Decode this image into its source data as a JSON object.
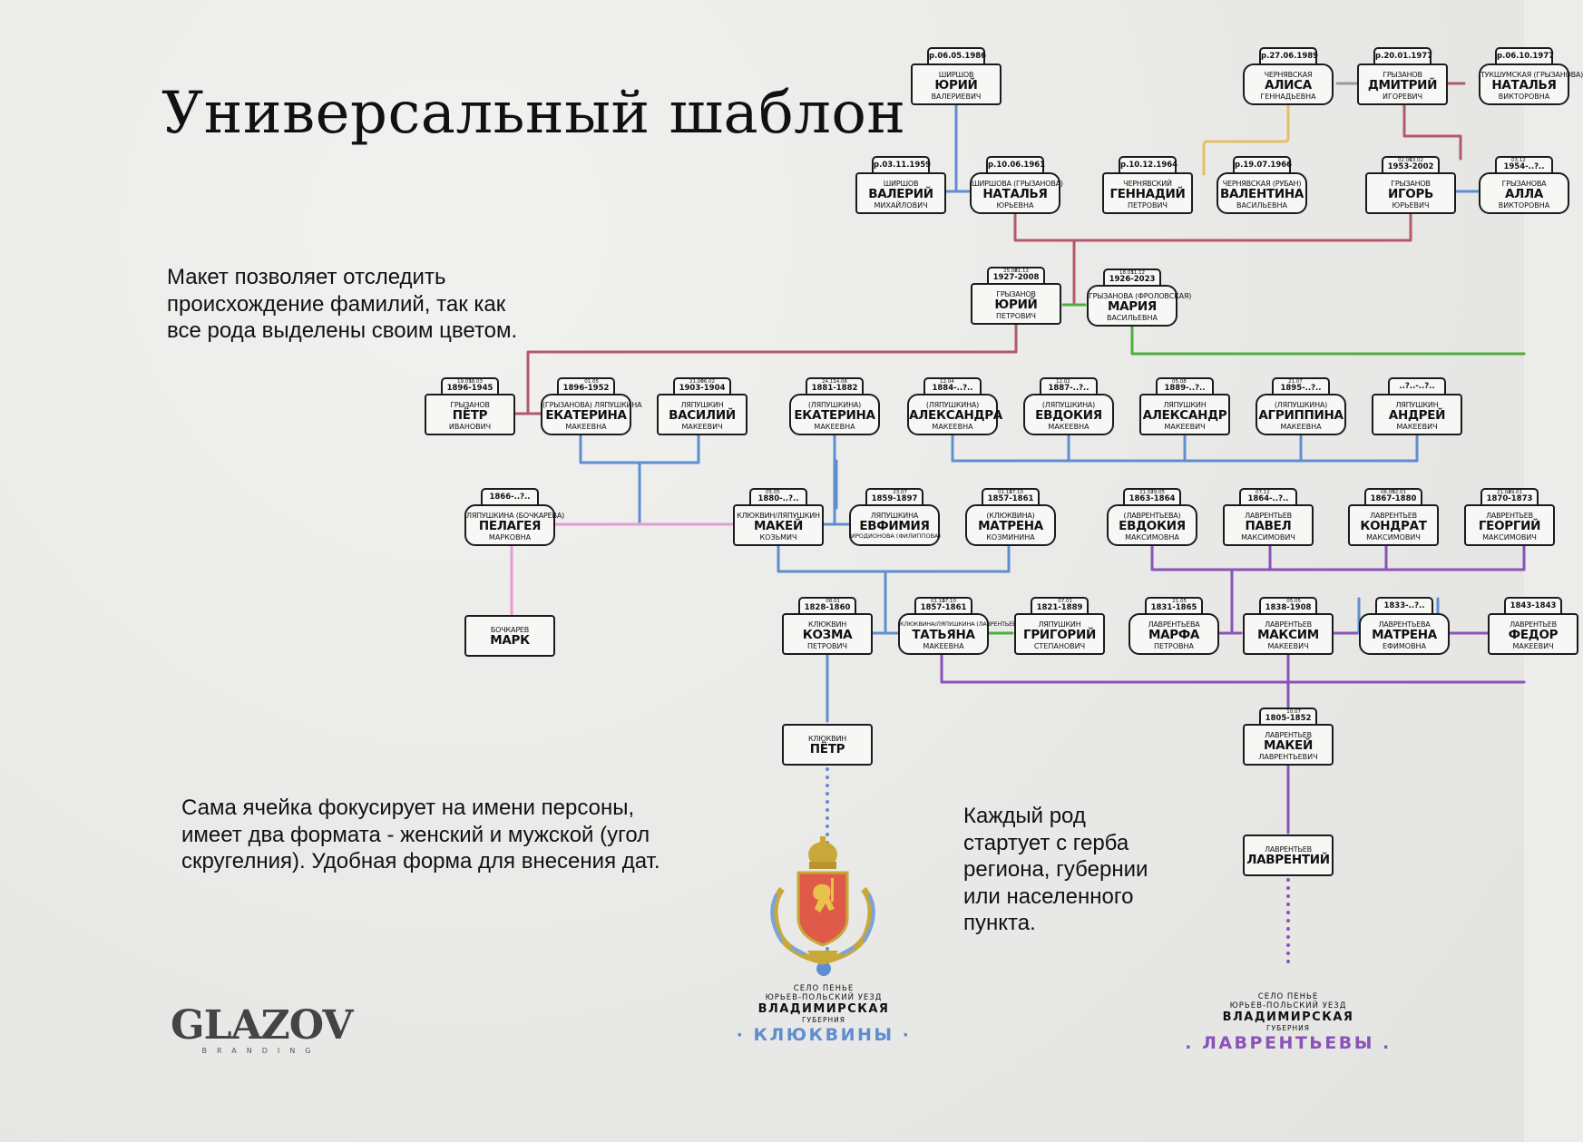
{
  "title": "Универсальный шаблон",
  "paragraphs": {
    "p1": "Макет позволяет отследить происхождение фамилий, так как все рода выделены своим цветом.",
    "p2": "Сама ячейка фокусирует на имени персоны, имеет два формата - женский и мужской (угол скругелния).  Удобная форма для внесения дат.",
    "p3": "Каждый род стартует с герба региона, губернии или населенного пункта."
  },
  "logo": {
    "main": "GLAZOV",
    "sub": "BRANDING"
  },
  "colors": {
    "klyukvin": "#5f8ed0",
    "lavrentiev": "#8a53b8",
    "gryzanov": "#b25a6a",
    "chernyavsky": "#e2c06a",
    "green": "#4caf3a",
    "pink": "#e69ad8",
    "gray": "#999999"
  },
  "regions": [
    {
      "l1": "СЕЛО ПЕНЬЕ",
      "l2": "ЮРЬЕВ-ПОЛЬСКИЙ УЕЗД",
      "l3": "ВЛАДИМИРСКАЯ",
      "l4": "ГУБЕРНИЯ",
      "l5": "· КЛЮКВИНЫ ·",
      "color": "#5f8ed0"
    },
    {
      "l1": "СЕЛО ПЕНЬЕ",
      "l2": "ЮРЬЕВ-ПОЛЬСКИЙ УЕЗД",
      "l3": "ВЛАДИМИРСКАЯ",
      "l4": "ГУБЕРНИЯ",
      "l5": ". ЛАВРЕНТЬЕВЫ .",
      "color": "#8a53b8"
    }
  ],
  "people": [
    {
      "id": "yuriy-v",
      "sur": "ШИРШОВ",
      "name": "ЮРИЙ",
      "pat": "ВАЛЕРИЕВИЧ",
      "years": "р.06.05.1986",
      "f": false
    },
    {
      "id": "alisa",
      "sur": "ЧЕРНЯВСКАЯ",
      "name": "АЛИСА",
      "pat": "ГЕННАДЬЕВНА",
      "years": "р.27.06.1989",
      "f": true
    },
    {
      "id": "dmitriy",
      "sur": "ГРЫЗАНОВ",
      "name": "ДМИТРИЙ",
      "pat": "ИГОРЕВИЧ",
      "years": "р.20.01.1977",
      "f": false
    },
    {
      "id": "natalya-v",
      "sur": "ТУКШУМСКАЯ (ГРЫЗАНОВА)",
      "name": "НАТАЛЬЯ",
      "pat": "ВИКТОРОВНА",
      "years": "р.06.10.1977",
      "f": true
    },
    {
      "id": "valeriy",
      "sur": "ШИРШОВ",
      "name": "ВАЛЕРИЙ",
      "pat": "МИХАЙЛОВИЧ",
      "years": "р.03.11.1959",
      "f": false
    },
    {
      "id": "natalya-yu",
      "sur": "ШИРШОВА (ГРЫЗАНОВА)",
      "name": "НАТАЛЬЯ",
      "pat": "ЮРЬЕВНА",
      "years": "р.10.06.1961",
      "f": true
    },
    {
      "id": "gennadiy",
      "sur": "ЧЕРНЯВСКИЙ",
      "name": "ГЕННАДИЙ",
      "pat": "ПЕТРОВИЧ",
      "years": "р.10.12.1964",
      "f": false
    },
    {
      "id": "valentina",
      "sur": "ЧЕРНЯВСКАЯ (РУБАН)",
      "name": "ВАЛЕНТИНА",
      "pat": "ВАСИЛЬЕВНА",
      "years": "р.19.07.1966",
      "f": true
    },
    {
      "id": "igor",
      "sur": "ГРЫЗАНОВ",
      "name": "ИГОРЬ",
      "pat": "ЮРЬЕВИЧ",
      "d1": "02.06",
      "d2": "13.02",
      "years": "1953-2002",
      "f": false
    },
    {
      "id": "al",
      "sur": "ГРЫЗАНОВА",
      "name": "АЛЛА",
      "pat": "ВИКТОРОВНА",
      "d1": "03.12",
      "d2": "",
      "years": "1954-..?..",
      "f": true
    },
    {
      "id": "yuriy-p",
      "sur": "ГРЫЗАНОВ",
      "name": "ЮРИЙ",
      "pat": "ПЕТРОВИЧ",
      "d1": "25.06",
      "d2": "21.12",
      "years": "1927-2008",
      "f": false
    },
    {
      "id": "mariya",
      "sur": "ГРЫЗАНОВА (ФРОЛОВСКАЯ)",
      "name": "МАРИЯ",
      "pat": "ВАСИЛЬЕВНА",
      "d1": "18.03",
      "d2": "11.12",
      "years": "1926-2023",
      "f": true
    },
    {
      "id": "petr-i",
      "sur": "ГРЫЗАНОВ",
      "name": "ПЁТР",
      "pat": "ИВАНОВИЧ",
      "d1": "19.03",
      "d2": "18.03",
      "years": "1896-1945",
      "f": false
    },
    {
      "id": "ekaterina-1",
      "sur": "(ГРЫЗАНОВА) ЛЯПУШКИНА",
      "name": "ЕКАТЕРИНА",
      "pat": "МАКЕЕВНА",
      "d1": "",
      "d2": "01.05",
      "years": "1896-1952",
      "f": true
    },
    {
      "id": "vasiliy",
      "sur": "ЛЯПУШКИН",
      "name": "ВАСИЛИЙ",
      "pat": "МАКЕЕВИЧ",
      "d1": "21.03",
      "d2": "06.02",
      "years": "1903-1904",
      "f": false
    },
    {
      "id": "ekaterina-2",
      "sur": "(ЛЯПУШКИНА)",
      "name": "ЕКАТЕРИНА",
      "pat": "МАКЕЕВНА",
      "d1": "24.11",
      "d2": "14.06",
      "years": "1881-1882",
      "f": true
    },
    {
      "id": "aleksandra",
      "sur": "(ЛЯПУШКИНА)",
      "name": "АЛЕКСАНДРА",
      "pat": "МАКЕЕВНА",
      "d1": "12.04",
      "d2": "",
      "years": "1884-..?..",
      "f": true
    },
    {
      "id": "evdokiya-1",
      "sur": "(ЛЯПУШКИНА)",
      "name": "ЕВДОКИЯ",
      "pat": "МАКЕЕВНА",
      "d1": "12.02",
      "d2": "",
      "years": "1887-..?..",
      "f": true
    },
    {
      "id": "aleksandr",
      "sur": "ЛЯПУШКИН",
      "name": "АЛЕКСАНДР",
      "pat": "МАКЕЕВИЧ",
      "d1": "05.08",
      "d2": "",
      "years": "1889-..?..",
      "f": false
    },
    {
      "id": "agrippina",
      "sur": "(ЛЯПУШКИНА)",
      "name": "АГРИППИНА",
      "pat": "МАКЕЕВНА",
      "d1": "21.07",
      "d2": "",
      "years": "1895-..?..",
      "f": true
    },
    {
      "id": "andrey",
      "sur": "ЛЯПУШКИН",
      "name": "АНДРЕЙ",
      "pat": "МАКЕЕВИЧ",
      "years": "..?..-..?..",
      "f": false
    },
    {
      "id": "pelageya",
      "sur": "ЛЯПУШКИНА (БОЧКАРЕВА)",
      "name": "ПЕЛАГЕЯ",
      "pat": "МАРКОВНА",
      "years": "1866-..?..",
      "f": true
    },
    {
      "id": "makey-k",
      "sur": "КЛЮКВИН/ЛЯПУШКИН",
      "name": "МАКЕЙ",
      "pat": "КОЗЬМИЧ",
      "d1": "05.05",
      "d2": "",
      "years": "1880-..?..",
      "f": false
    },
    {
      "id": "evfimiya",
      "sur": "ЛЯПУШКИНА",
      "name": "ЕВФИМИЯ",
      "pat": "ИРОДИОНОВА (ФИЛИППОВА)",
      "d1": "",
      "d2": "23.07",
      "years": "1859-1897",
      "f": true,
      "smallpat": true
    },
    {
      "id": "matrena-k",
      "sur": "(КЛЮКВИНА)",
      "name": "МАТРЕНА",
      "pat": "КОЗМИНИНА",
      "d1": "01.11",
      "d2": "07.10",
      "years": "1857-1861",
      "f": true
    },
    {
      "id": "evdokiya-2",
      "sur": "(ЛАВРЕНТЬЕВА)",
      "name": "ЕВДОКИЯ",
      "pat": "МАКСИМОВНА",
      "d1": "21.02",
      "d2": "19.05",
      "years": "1863-1864",
      "f": true
    },
    {
      "id": "pavel",
      "sur": "ЛАВРЕНТЬЕВ",
      "name": "ПАВЕЛ",
      "pat": "МАКСИМОВИЧ",
      "d1": "07.12",
      "d2": "",
      "years": "1864-..?..",
      "f": false
    },
    {
      "id": "kondrat",
      "sur": "ЛАВРЕНТЬЕВ",
      "name": "КОНДРАТ",
      "pat": "МАКСИМОВИЧ",
      "d1": "06.03",
      "d2": "02.01",
      "years": "1867-1880",
      "f": false
    },
    {
      "id": "georgiy",
      "sur": "ЛАВРЕНТЬЕВ",
      "name": "ГЕОРГИЙ",
      "pat": "МАКСИМОВИЧ",
      "d1": "21.04",
      "d2": "29.01",
      "years": "1870-1873",
      "f": false
    },
    {
      "id": "mark",
      "sur": "БОЧКАРЕВ",
      "name": "МАРК",
      "pat": "",
      "f": false,
      "notab": true
    },
    {
      "id": "kozma",
      "sur": "КЛЮКВИН",
      "name": "КОЗМА",
      "pat": "ПЕТРОВИЧ",
      "d1": "",
      "d2": "08.01",
      "years": "1828-1860",
      "f": false
    },
    {
      "id": "tatyana",
      "sur": "КЛЮКВИНА/ЛЯПУШКИНА (ЛАВРЕНТЬЕВА)",
      "name": "ТАТЬЯНА",
      "pat": "МАКЕЕВНА",
      "d1": "01.11",
      "d2": "07.10",
      "years": "1857-1861",
      "f": true
    },
    {
      "id": "grigoriy",
      "sur": "ЛЯПУШКИН",
      "name": "ГРИГОРИЙ",
      "pat": "СТЕПАНОВИЧ",
      "d1": "",
      "d2": "07.01",
      "years": "1821-1889",
      "f": false
    },
    {
      "id": "marfa",
      "sur": "ЛАВРЕНТЬЕВА",
      "name": "МАРФА",
      "pat": "ПЕТРОВНА",
      "d1": "",
      "d2": "21.05",
      "years": "1831-1865",
      "f": true
    },
    {
      "id": "maksim",
      "sur": "ЛАВРЕНТЬЕВ",
      "name": "МАКСИМ",
      "pat": "МАКЕЕВИЧ",
      "d1": "",
      "d2": "05.05",
      "years": "1838-1908",
      "f": false
    },
    {
      "id": "matrena-l",
      "sur": "ЛАВРЕНТЬЕВА",
      "name": "МАТРЕНА",
      "pat": "ЕФИМОВНА",
      "years": "1833-..?..",
      "f": true
    },
    {
      "id": "fedor",
      "sur": "ЛАВРЕНТЬЕВ",
      "name": "ФЕДОР",
      "pat": "МАКЕЕВИЧ",
      "years": "1843-1843",
      "f": false
    },
    {
      "id": "petr-k",
      "sur": "КЛЮКВИН",
      "name": "ПЁТР",
      "pat": "",
      "f": false,
      "notab": true
    },
    {
      "id": "makey-l",
      "sur": "ЛАВРЕНТЬЕВ",
      "name": "МАКЕЙ",
      "pat": "ЛАВРЕНТЬЕВИЧ",
      "d1": "",
      "d2": "10.07",
      "years": "1805-1852",
      "f": false
    },
    {
      "id": "lavrentiy",
      "sur": "ЛАВРЕНТЬЕВ",
      "name": "ЛАВРЕНТИЙ",
      "pat": "",
      "f": false,
      "notab": true
    }
  ]
}
